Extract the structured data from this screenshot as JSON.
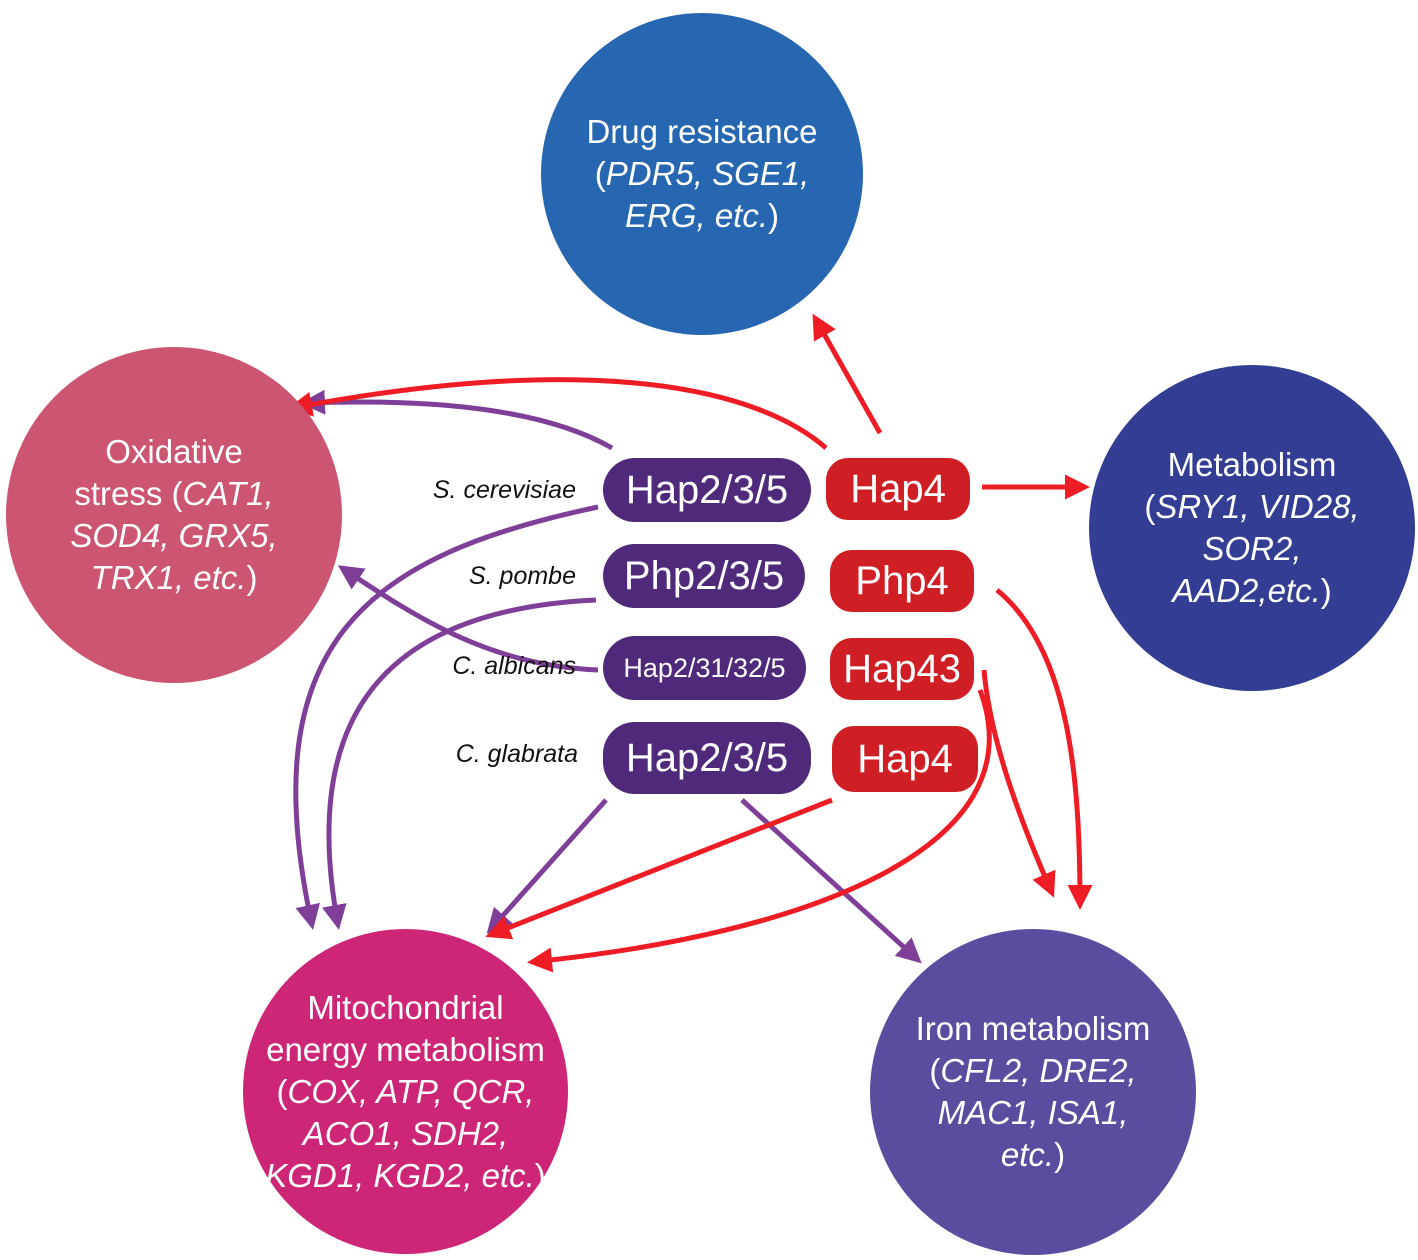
{
  "circles": {
    "drug": {
      "name": "Drug resistance",
      "genes": "PDR5, SGE1,",
      "genes2": "ERG, etc.",
      "color": "#2766b0"
    },
    "oxidative": {
      "name": "Oxidative",
      "name2": "stress",
      "genes1": "CAT1,",
      "genes2": "SOD4, GRX5,",
      "genes3": "TRX1, etc.",
      "color": "#cc5671"
    },
    "metabolism": {
      "name": "Metabolism",
      "genes1": "SRY1, VID28,",
      "genes2": "SOR2,",
      "genes3": "AAD2,etc.",
      "color": "#333d93"
    },
    "mito": {
      "name": "Mitochondrial",
      "name2": "energy metabolism",
      "genes1": "COX, ATP, QCR,",
      "genes2": "ACO1, SDH2,",
      "genes3": "KGD1, KGD2, etc.",
      "color": "#cd2677"
    },
    "iron": {
      "name": "Iron metabolism",
      "genes1": "CFL2, DRE2,",
      "genes2": "MAC1, ISA1,",
      "genes3": "etc.",
      "color": "#5a4c9f"
    }
  },
  "species": [
    {
      "label": "S. cerevisiae",
      "complex": "Hap2/3/5",
      "activator": "Hap4"
    },
    {
      "label": "S. pombe",
      "complex": "Php2/3/5",
      "activator": "Php4"
    },
    {
      "label": "C. albicans",
      "complex": "Hap2/31/32/5",
      "activator": "Hap43"
    },
    {
      "label": "C. glabrata",
      "complex": "Hap2/3/5",
      "activator": "Hap4"
    }
  ],
  "colors": {
    "purple_arrow": "#7f3f98",
    "red_arrow": "#ee1c24",
    "complex_fill": "#4f2a7a",
    "activator_fill": "#d01f24"
  }
}
